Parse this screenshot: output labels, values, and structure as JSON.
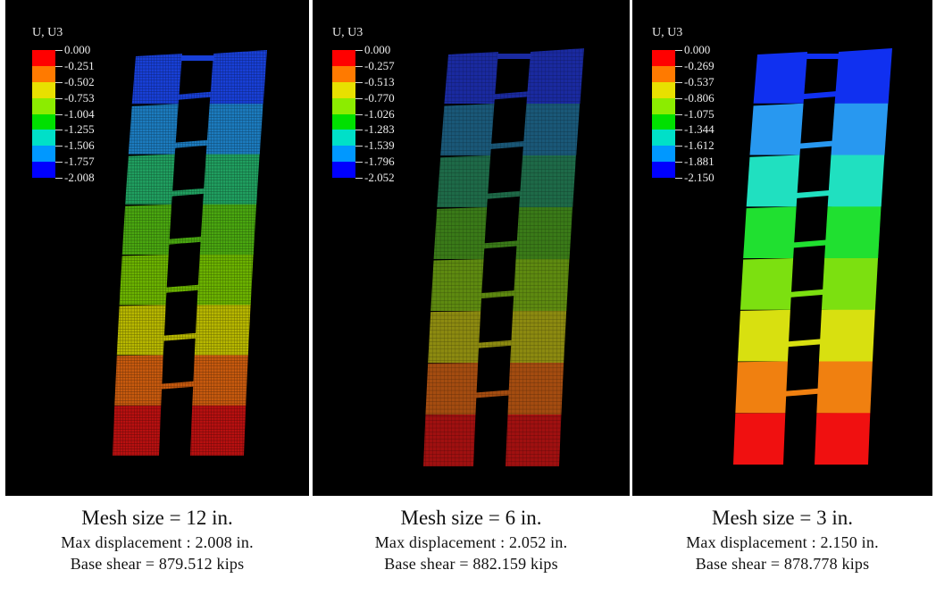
{
  "panels": [
    {
      "legend_title": "U, U3",
      "legend_values": [
        "0.000",
        "-0.251",
        "-0.502",
        "-0.753",
        "-1.004",
        "-1.255",
        "-1.506",
        "-1.757",
        "-2.008"
      ],
      "colors": [
        "#ff0000",
        "#ff7a00",
        "#e8e000",
        "#8cec00",
        "#00e000",
        "#00e0c8",
        "#0098ff",
        "#0000ff"
      ],
      "wall_colors_bottom_to_top": [
        "#b81010",
        "#c85a0e",
        "#b8b800",
        "#6cb400",
        "#4aa810",
        "#20a060",
        "#1c7cc0",
        "#1840d8"
      ],
      "style": "dense-mesh",
      "caption_title": "Mesh size = 12 in.",
      "caption_disp": "Max displacement : 2.008 in.",
      "caption_shear": "Base shear = 879.512 kips"
    },
    {
      "legend_title": "U, U3",
      "legend_values": [
        "0.000",
        "-0.257",
        "-0.513",
        "-0.770",
        "-1.026",
        "-1.283",
        "-1.539",
        "-1.796",
        "-2.052"
      ],
      "colors": [
        "#ff0000",
        "#ff7a00",
        "#e8e000",
        "#8cec00",
        "#00e000",
        "#00e0c8",
        "#0098ff",
        "#0000ff"
      ],
      "wall_colors_bottom_to_top": [
        "#a01010",
        "#a44c10",
        "#8c8a10",
        "#5e8a10",
        "#3a7a18",
        "#1e6a48",
        "#1a5878",
        "#1a2aa0"
      ],
      "style": "dim-mesh",
      "caption_title": "Mesh size = 6 in.",
      "caption_disp": "Max displacement : 2.052 in.",
      "caption_shear": "Base shear = 882.159 kips"
    },
    {
      "legend_title": "U, U3",
      "legend_values": [
        "0.000",
        "-0.269",
        "-0.537",
        "-0.806",
        "-1.075",
        "-1.344",
        "-1.612",
        "-1.881",
        "-2.150"
      ],
      "colors": [
        "#ff0000",
        "#ff7a00",
        "#e8e000",
        "#8cec00",
        "#00e000",
        "#00e0c8",
        "#0098ff",
        "#0000ff"
      ],
      "wall_colors_bottom_to_top": [
        "#f01010",
        "#f08010",
        "#d8e010",
        "#7ce010",
        "#20e030",
        "#20e0c0",
        "#2898f0",
        "#1030f0"
      ],
      "style": "solid",
      "caption_title": "Mesh size = 3 in.",
      "caption_disp": "Max displacement : 2.150 in.",
      "caption_shear": "Base shear = 878.778 kips"
    }
  ]
}
